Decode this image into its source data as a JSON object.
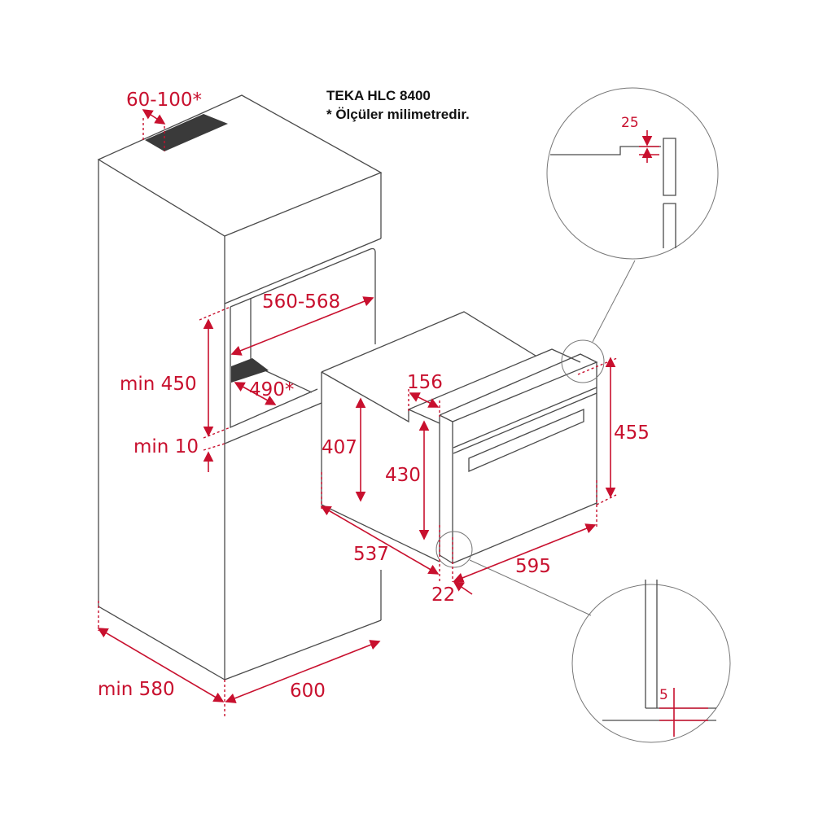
{
  "header": {
    "model": "TEKA HLC 8400",
    "note": "* Ölçüler milimetredir."
  },
  "dimensions": {
    "vent_top": "60-100*",
    "niche_width": "560-568",
    "niche_height": "min 450",
    "niche_vent_depth": "490*",
    "gap_below": "min 10",
    "cabinet_depth": "min 580",
    "cabinet_width": "600",
    "oven_side_height": "407",
    "oven_notch_depth": "156",
    "oven_body_height": "430",
    "oven_depth": "537",
    "front_offset": "22",
    "oven_width": "595",
    "oven_front_height": "455",
    "detail_top_gap": "25",
    "detail_bottom_gap": "5"
  },
  "colors": {
    "dimension": "#c8102e",
    "outline": "#4a4a4a",
    "vent": "#3a3a3a"
  }
}
